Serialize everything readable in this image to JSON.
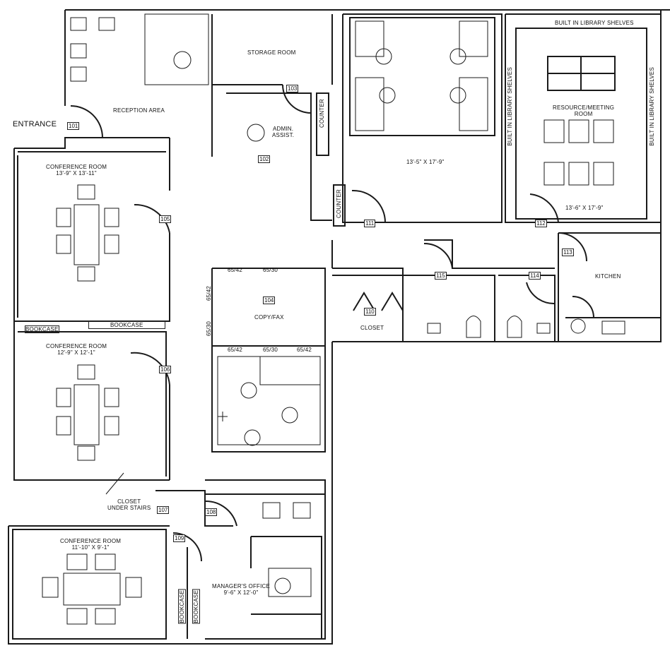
{
  "labels": {
    "entrance": "ENTRANCE",
    "reception": "RECEPTION AREA",
    "storage": "STORAGE ROOM",
    "admin": "ADMIN.\nASSIST.",
    "counter_top": "COUNTER",
    "counter_bottom": "COUNTER",
    "conf1_title": "CONFERENCE ROOM\n13'-9\" X 13'-11\"",
    "conf2_title": "CONFERENCE ROOM\n12'-9\" X 12'-1\"",
    "conf3_title": "CONFERENCE ROOM\n11'-10\" X 9'-1\"",
    "bookcase_a": "BOOKCASE",
    "bookcase_b": "BOOKCASE",
    "bookcase_c": "BOOKCASE",
    "bookcase_d": "BOOKCASE",
    "copy_fax": "COPY/FAX",
    "closet_mid": "CLOSET",
    "closet_stairs": "CLOSET\nUNDER STAIRS",
    "workroom_dims": "13'-5\" X 17'-9\"",
    "resource": "RESOURCE/MEETING\nROOM",
    "resource_dims": "13'-6\" X 17'-9\"",
    "built_in_top": "BUILT IN LIBRARY SHELVES",
    "built_in_left": "BUILT IN LIBRARY SHELVES",
    "built_in_right": "BUILT IN LIBRARY SHELVES",
    "kitchen": "KITCHEN",
    "managers": "MANAGER'S OFFICE\n9'-6\" X 12'-0\"",
    "d1": "65/42",
    "d2": "65/30",
    "d3": "65/42",
    "d4": "65/30",
    "d5": "65/42",
    "d6": "65/42",
    "d7": "65/30"
  },
  "rooms": {
    "r101": "101",
    "r102": "102",
    "r103": "103",
    "r104": "104",
    "r105": "105",
    "r106": "106",
    "r107": "107",
    "r108": "108",
    "r109": "109",
    "r110": "110",
    "r111": "111",
    "r112": "112",
    "r113": "113",
    "r114": "114",
    "r115": "115"
  },
  "colors": {
    "ink": "#1a1a1a",
    "paper": "#ffffff"
  }
}
